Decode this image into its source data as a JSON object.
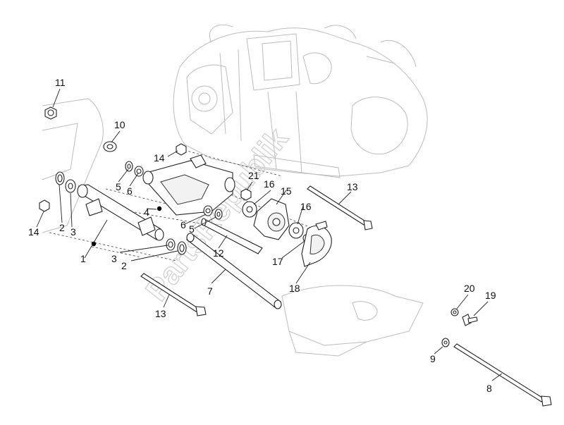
{
  "watermark": "PartsRepublik",
  "callouts": [
    {
      "id": "c11",
      "text": "11"
    },
    {
      "id": "c10",
      "text": "10"
    },
    {
      "id": "c14a",
      "text": "14"
    },
    {
      "id": "c21",
      "text": "21"
    },
    {
      "id": "c16a",
      "text": "16"
    },
    {
      "id": "c15",
      "text": "15"
    },
    {
      "id": "c13a",
      "text": "13"
    },
    {
      "id": "c5a",
      "text": "5"
    },
    {
      "id": "c6a",
      "text": "6"
    },
    {
      "id": "c4",
      "text": "4"
    },
    {
      "id": "c16b",
      "text": "16"
    },
    {
      "id": "c14b",
      "text": "14"
    },
    {
      "id": "c2a",
      "text": "2"
    },
    {
      "id": "c3a",
      "text": "3"
    },
    {
      "id": "c6b",
      "text": "6"
    },
    {
      "id": "c5b",
      "text": "5"
    },
    {
      "id": "c1",
      "text": "1"
    },
    {
      "id": "c12",
      "text": "12"
    },
    {
      "id": "c3b",
      "text": "3"
    },
    {
      "id": "c2b",
      "text": "2"
    },
    {
      "id": "c17",
      "text": "17"
    },
    {
      "id": "c7",
      "text": "7"
    },
    {
      "id": "c18",
      "text": "18"
    },
    {
      "id": "c13b",
      "text": "13"
    },
    {
      "id": "c20",
      "text": "20"
    },
    {
      "id": "c19",
      "text": "19"
    },
    {
      "id": "c9",
      "text": "9"
    },
    {
      "id": "c8",
      "text": "8"
    }
  ]
}
